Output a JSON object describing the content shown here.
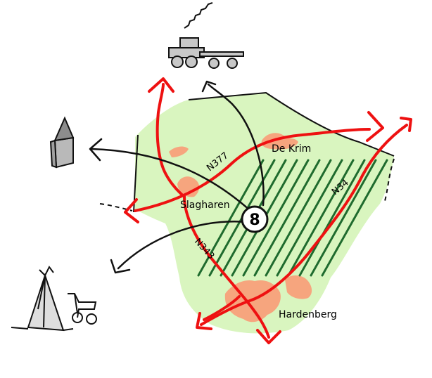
{
  "colors": {
    "land": "#d9f5bf",
    "urban": "#f6a57e",
    "road": "#ee1111",
    "fields": "#1f6b2e",
    "flow": "#111111",
    "border": "#111111",
    "icon_fill": "#c8c8c8"
  },
  "places": {
    "de_krim": "De Krim",
    "slagharen": "Slagharen",
    "hardenberg": "Hardenberg"
  },
  "roads": {
    "n377": "N377",
    "n34": "N34",
    "n343": "N343"
  },
  "center_marker": "8",
  "icons": [
    "tractor-trailer-icon",
    "silo-icon",
    "tent-icon",
    "tricycle-icon",
    "smoke-icon"
  ]
}
